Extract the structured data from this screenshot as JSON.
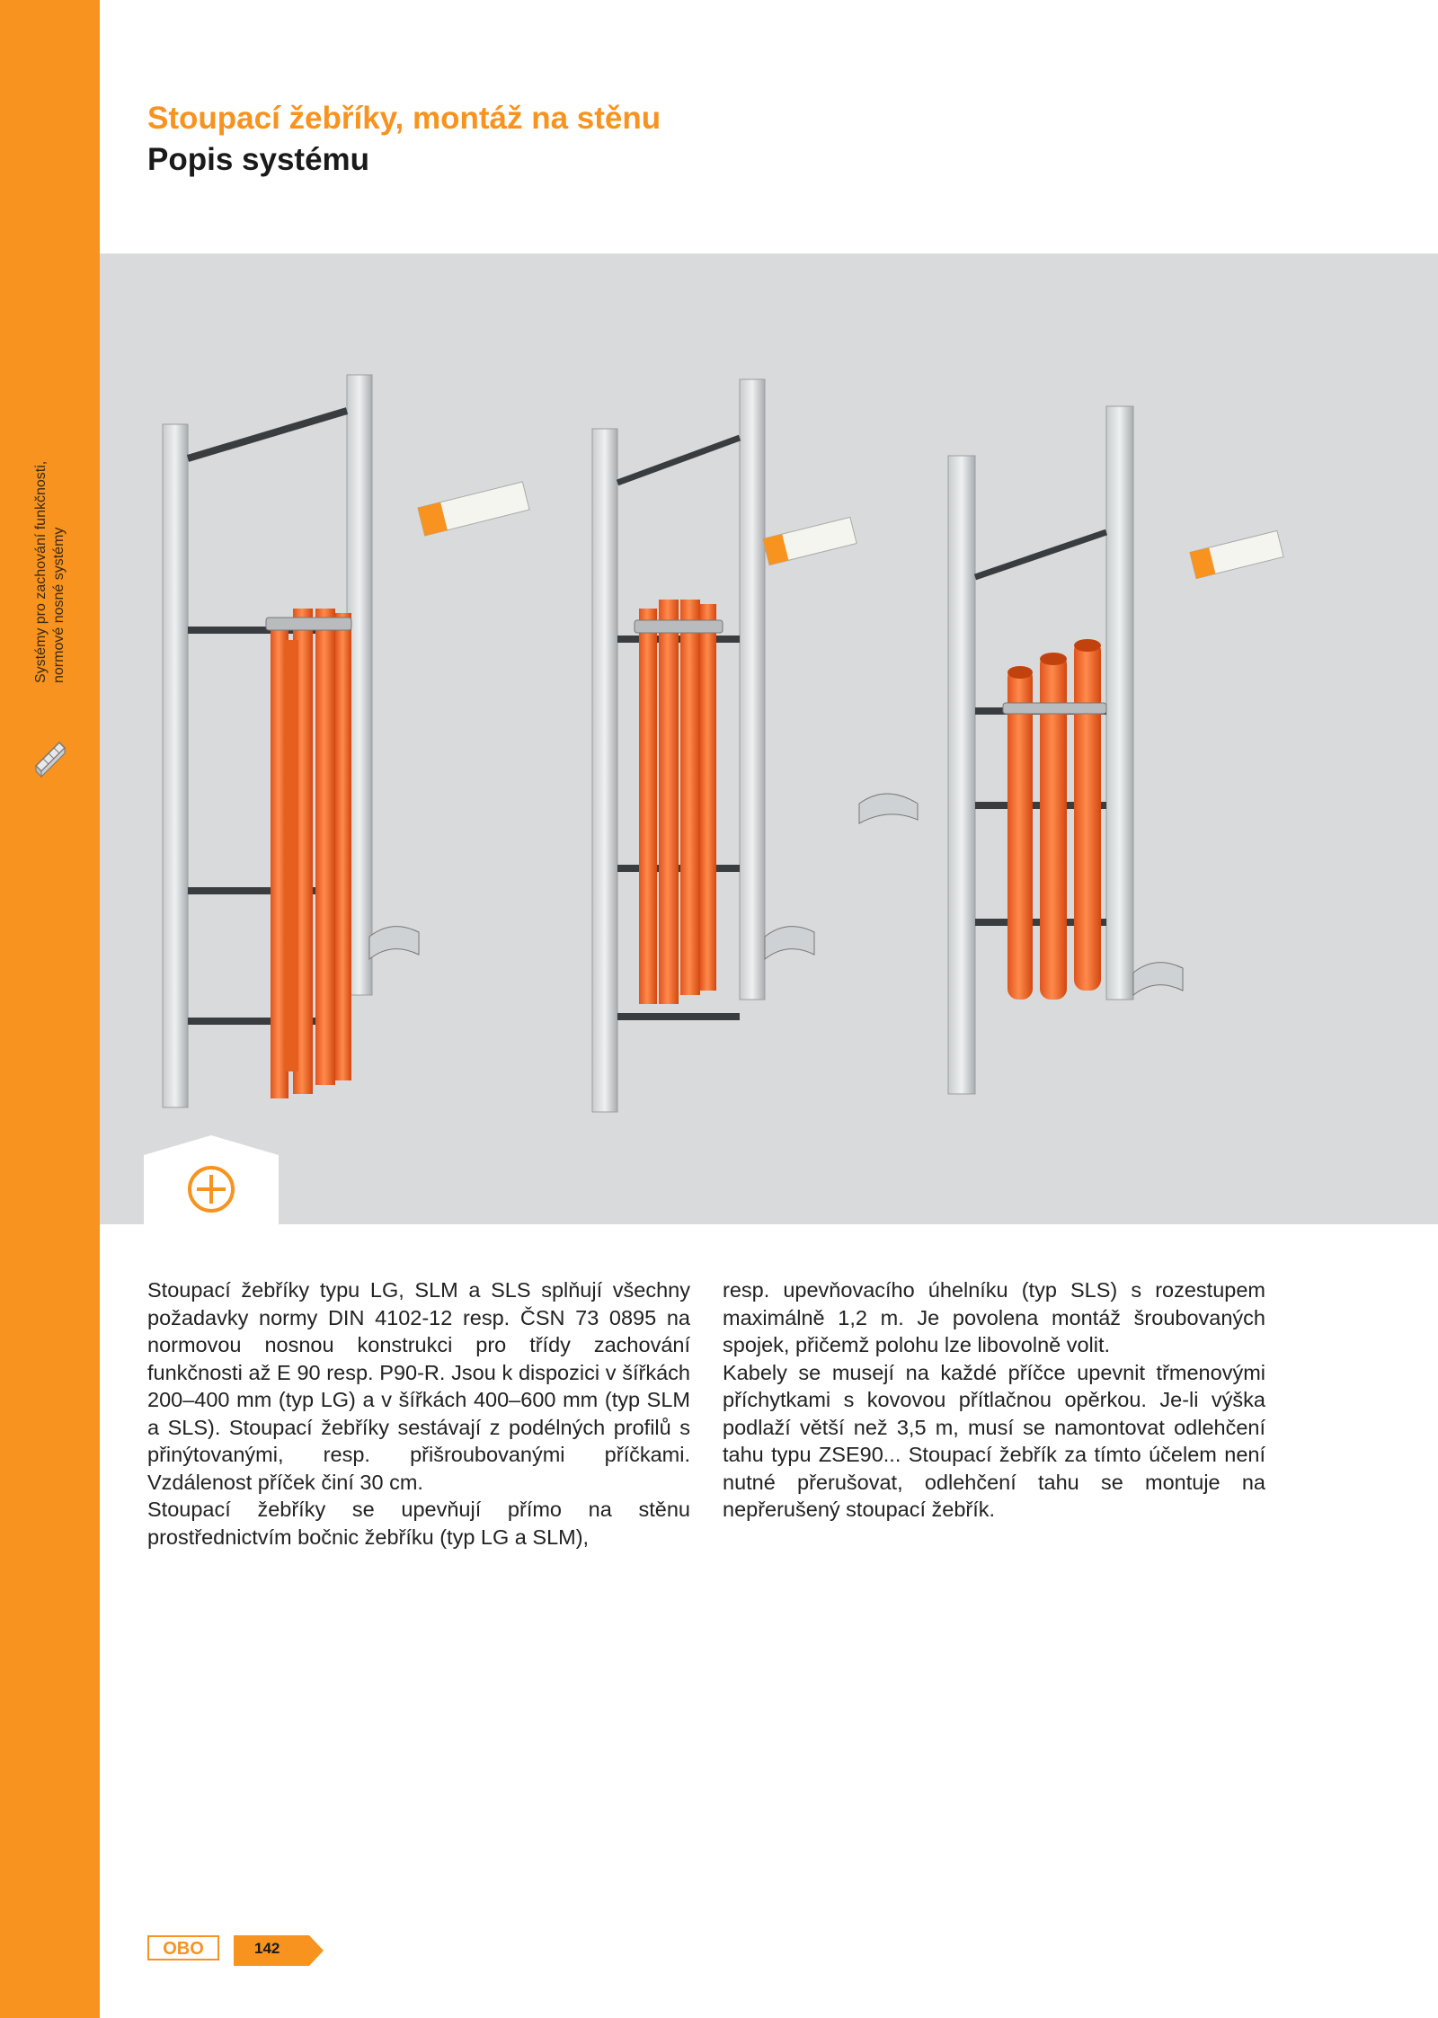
{
  "sidebar": {
    "line1": "Systémy pro zachování funkčnosti,",
    "line2": "normové nosné systémy",
    "icon": "cable-tray-icon",
    "color": "#f7931e"
  },
  "header": {
    "title": "Stoupací žebříky, montáž na stěnu",
    "subtitle": "Popis systému"
  },
  "hero": {
    "background": "#d9dadb",
    "badge_icon": "plus-circle-icon"
  },
  "body": {
    "left": [
      "Stoupací žebříky typu LG, SLM a SLS splňují všechny požadavky normy DIN 4102-12 resp. ČSN 73 0895 na normovou nosnou konstrukci pro třídy zachování funkčnosti až E 90 resp. P90-R. Jsou k dispozici v šířkách 200–400 mm (typ LG) a v šířkách 400–600 mm (typ SLM a SLS). Stoupací žebříky sestávají z podélných profilů s přinýtovanými, resp. přišroubovanými příčkami. Vzdálenost příček činí 30 cm.",
      "Stoupací žebříky se upevňují přímo na stěnu prostřednictvím bočnic žebříku (typ LG a SLM),"
    ],
    "right": [
      "resp. upevňovacího úhelníku (typ SLS) s rozestupem maximálně 1,2 m. Je povolena montáž šroubovaných spojek, přičemž polohu lze libovolně volit.",
      "Kabely se musejí na každé příčce upevnit třmenovými příchytkami s kovovou přítlačnou opěrkou. Je-li výška podlaží větší než 3,5 m, musí se namontovat odlehčení tahu typu ZSE90... Stoupací žebřík za tímto účelem není nutné přerušovat, odlehčení tahu se montuje na nepřerušený stoupací žebřík."
    ]
  },
  "footer": {
    "logo": "OBO",
    "page_number": "142"
  }
}
